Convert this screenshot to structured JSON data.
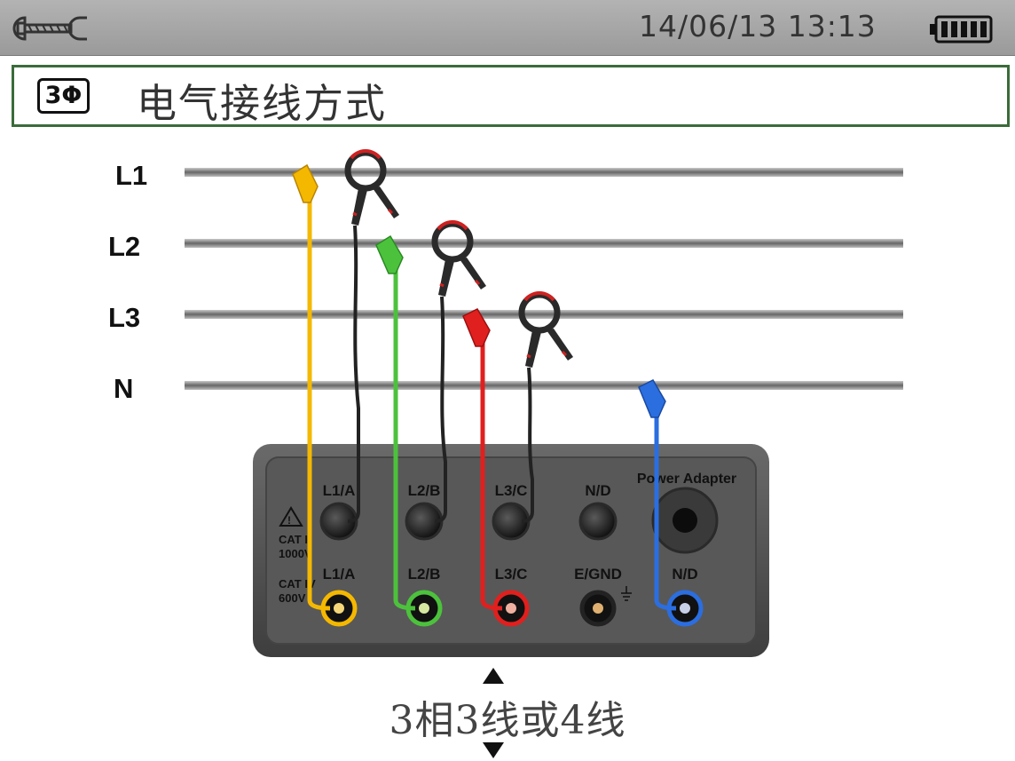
{
  "status_bar": {
    "datetime": "14/06/13  13:13",
    "tool_icon": "wrench-icon",
    "battery_icon": "battery-full-icon"
  },
  "header": {
    "phase_badge": "3Φ",
    "title": "电气接线方式"
  },
  "diagram": {
    "lines": [
      "L1",
      "L2",
      "L3",
      "N"
    ],
    "voltage_inputs": [
      "L1/A",
      "L2/B",
      "L3/C",
      "N/D"
    ],
    "terminals": [
      "L1/A",
      "L2/B",
      "L3/C",
      "E/GND",
      "N/D"
    ],
    "power_adapter": "Power Adapter",
    "safety_text": [
      "CAT I",
      "1000V",
      "CAT IV",
      "600V"
    ],
    "lead_colors": {
      "L1": "#f5b800",
      "L2": "#4cc23c",
      "L3": "#e0201e",
      "N": "#2b6ee0",
      "clamp": "#222222"
    }
  },
  "configuration": {
    "label": "3相3线或4线"
  }
}
